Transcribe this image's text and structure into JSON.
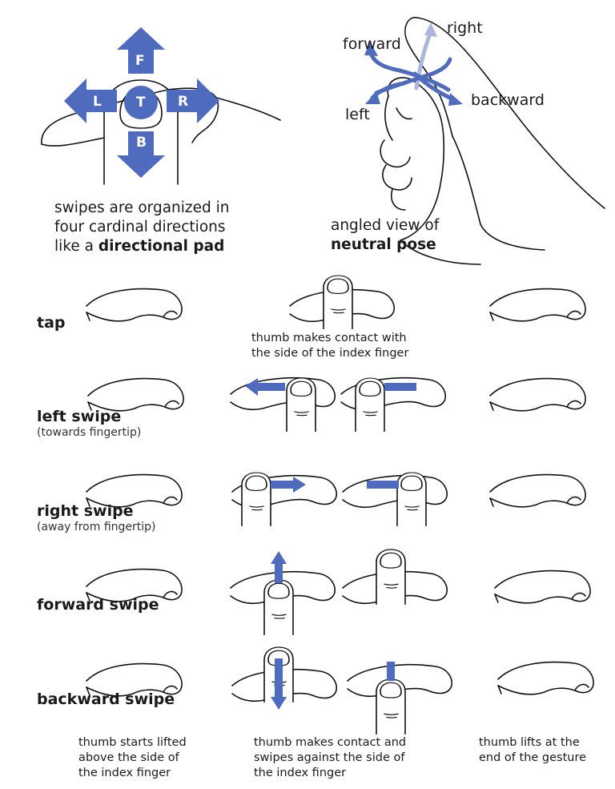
{
  "colors": {
    "accent": "#4f6bbd",
    "accent_light": "#a9b6dd",
    "ink": "#111111"
  },
  "dpad": {
    "labels": {
      "forward": "F",
      "left": "L",
      "tap": "T",
      "right": "R",
      "backward": "B"
    },
    "caption": {
      "line1": "swipes are organized in",
      "line2": "four cardinal directions",
      "line3_prefix": "like a ",
      "line3_bold": "directional pad"
    }
  },
  "angled_view": {
    "directions": {
      "forward": "forward",
      "right": "right",
      "left": "left",
      "backward": "backward"
    },
    "caption": {
      "line1": "angled view of",
      "line2_bold": "neutral pose"
    }
  },
  "gestures": [
    {
      "label": "tap",
      "sub": "",
      "note_line1": "thumb makes contact with",
      "note_line2": "the side of the index finger"
    },
    {
      "label": "left swipe",
      "sub": "(towards fingertip)"
    },
    {
      "label": "right swipe",
      "sub": "(away from fingertip)"
    },
    {
      "label": "forward swipe",
      "sub": ""
    },
    {
      "label": "backward swipe",
      "sub": ""
    }
  ],
  "phases": [
    {
      "line1": "thumb starts lifted",
      "line2": "above the side of",
      "line3": "the index finger"
    },
    {
      "line1": "thumb makes contact and",
      "line2": "swipes against the side of",
      "line3": "the index finger"
    },
    {
      "line1": "thumb lifts at the",
      "line2": "end of the gesture"
    }
  ]
}
